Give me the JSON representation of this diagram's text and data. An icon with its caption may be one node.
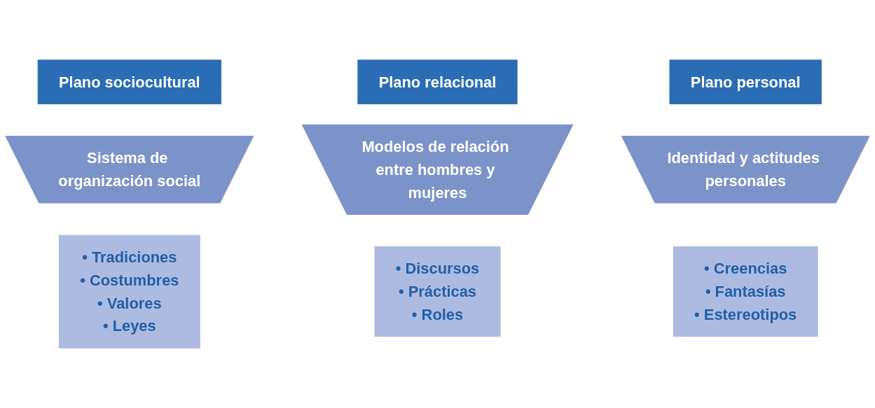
{
  "diagram": {
    "nodes": [
      {
        "text": [
          "Plano sociocultural"
        ]
      },
      {
        "text": [
          "Plano relacional"
        ]
      },
      {
        "text": [
          "Plano personal"
        ]
      },
      {
        "text": [
          "Sistema de organización social"
        ]
      },
      {
        "text": [
          "Modelos de relación entre hombres y mujeres"
        ]
      },
      {
        "text": [
          "Identidad y actitudes personales"
        ]
      },
      {
        "text": [
          "• Tradiciones",
          "• Costumbres",
          "• Valores",
          "• Leyes"
        ]
      },
      {
        "text": [
          "• Discursos",
          "• Prácticas",
          "• Roles"
        ]
      },
      {
        "text": [
          "• Creencias",
          "• Fantasías",
          "• Estereotipos"
        ]
      }
    ]
  }
}
